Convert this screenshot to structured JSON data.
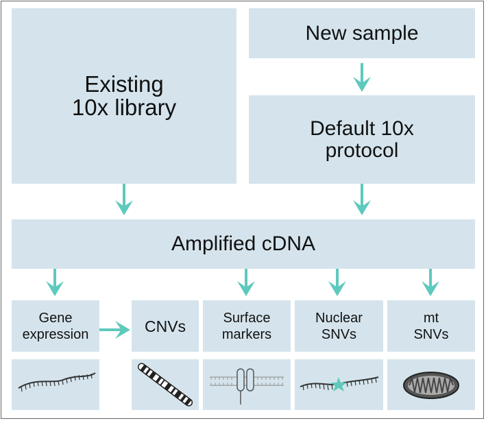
{
  "boxes": {
    "existing": "Existing\n10x library",
    "new_sample": "New sample",
    "default_protocol": "Default 10x\n  protocol",
    "amplified": "Amplified cDNA"
  },
  "outputs": [
    {
      "id": "gene",
      "label": "Gene\nexpression",
      "icon": "rna-strand-icon"
    },
    {
      "id": "cnv",
      "label": "CNVs",
      "icon": "chromosome-icon"
    },
    {
      "id": "surface",
      "label": "Surface\nmarkers",
      "icon": "membrane-protein-icon"
    },
    {
      "id": "nuclear",
      "label": "Nuclear\nSNVs",
      "icon": "mutated-strand-icon"
    },
    {
      "id": "mt",
      "label": "mt\nSNVs",
      "icon": "mitochondrion-icon"
    }
  ],
  "colors": {
    "box": "#d5e4ec",
    "arrow": "#5ec9bd",
    "outline": "#666666",
    "text": "#111111"
  }
}
